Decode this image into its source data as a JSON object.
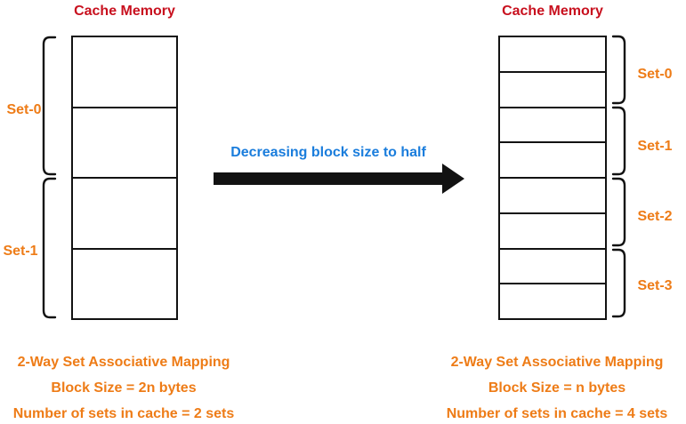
{
  "colors": {
    "title_red": "#C8101E",
    "set_orange": "#EE7C17",
    "arrow_label_blue": "#1A7DDC",
    "line_black": "#121212"
  },
  "left_cache": {
    "title": "Cache Memory",
    "rows": 4,
    "sets": [
      {
        "label": "Set-0"
      },
      {
        "label": "Set-1"
      }
    ],
    "caption": [
      "2-Way Set Associative Mapping",
      "Block Size = 2n bytes",
      "Number of sets in cache = 2 sets"
    ]
  },
  "transition": {
    "arrow_label": "Decreasing block size to half",
    "arrow_direction": "right"
  },
  "right_cache": {
    "title": "Cache Memory",
    "rows": 8,
    "sets": [
      {
        "label": "Set-0"
      },
      {
        "label": "Set-1"
      },
      {
        "label": "Set-2"
      },
      {
        "label": "Set-3"
      }
    ],
    "caption": [
      "2-Way Set Associative Mapping",
      "Block Size = n bytes",
      "Number of sets in cache = 4 sets"
    ]
  }
}
